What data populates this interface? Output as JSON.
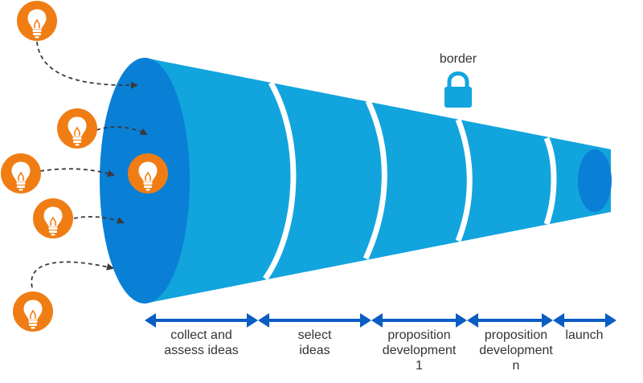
{
  "colors": {
    "funnel_light": "#12a4dd",
    "funnel_dark": "#0a7fd6",
    "stage_divider": "#ffffff",
    "arrow_blue": "#0b5cc4",
    "idea_orange": "#f07d14",
    "dashed_arrow": "#3a3a3a",
    "text": "#333333"
  },
  "lock": {
    "label": "border",
    "icon": "padlock-icon"
  },
  "ideas": {
    "icon": "lightbulb-icon",
    "count": 6
  },
  "stages": [
    {
      "line1": "collect and",
      "line2": "assess ideas",
      "line3": ""
    },
    {
      "line1": "select",
      "line2": "ideas",
      "line3": ""
    },
    {
      "line1": "proposition",
      "line2": "development",
      "line3": "1"
    },
    {
      "line1": "proposition",
      "line2": "development",
      "line3": "n"
    },
    {
      "line1": "launch",
      "line2": "",
      "line3": ""
    }
  ]
}
